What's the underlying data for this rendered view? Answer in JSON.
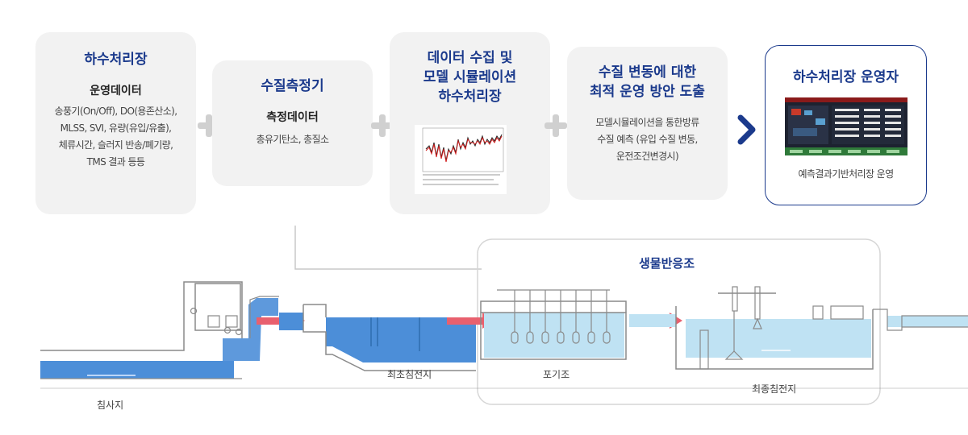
{
  "cards": {
    "plant": {
      "title": "하수처리장",
      "subtitle": "운영데이터",
      "lines": [
        "송풍기(On/Off), DO(용존산소),",
        "MLSS, SVI, 유량(유입/유출),",
        "체류시간, 슬러지 반송/폐기량,",
        "TMS 결과 등등"
      ]
    },
    "meter": {
      "title": "수질측정기",
      "subtitle": "측정데이터",
      "lines": [
        "총유기탄소, 총질소"
      ]
    },
    "simulation": {
      "title_lines": [
        "데이터 수집 및",
        "모델 시뮬레이션",
        "하수처리장"
      ]
    },
    "optimize": {
      "title_lines": [
        "수질 변동에 대한",
        "최적 운영 방안 도출"
      ],
      "lines": [
        "모델시뮬레이션을 통한방류",
        "수질 예측 (유입 수질 변동,",
        "운전조건변경시)"
      ]
    },
    "operator": {
      "title": "하수처리장 운영자",
      "caption": "예측결과기반처리장 운영"
    }
  },
  "plant_diagram": {
    "bioreactor_label": "생물반응조",
    "stages": {
      "grit": "침사지",
      "primary": "최초침전지",
      "aeration": "포기조",
      "final": "최종침전지"
    }
  },
  "colors": {
    "title_blue": "#1b3a8c",
    "card_bg": "#f2f2f2",
    "water_dark": "#4c8ed8",
    "water_light": "#bfe2f3",
    "arrow_red": "#e8606e"
  },
  "icons": [
    "plus-icon",
    "chevron-right-icon"
  ]
}
